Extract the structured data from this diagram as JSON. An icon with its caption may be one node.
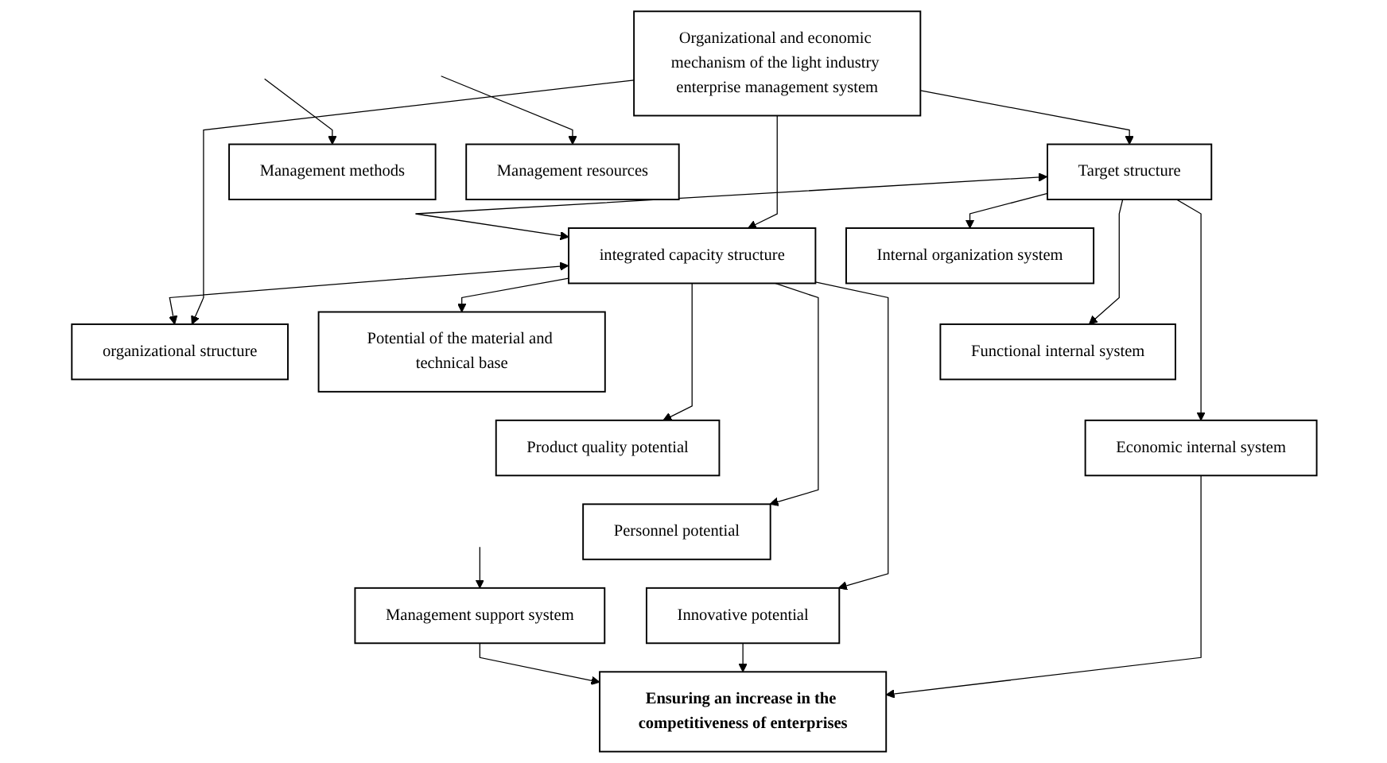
{
  "diagram": {
    "nodes": [
      {
        "text": [
          "Organizational and economic mechanism of the light industry enterprise management system"
        ]
      },
      {
        "text": [
          "Target structure"
        ]
      },
      {
        "text": [
          "integrated capacity structure"
        ]
      },
      {
        "text": [
          "organizational structure"
        ]
      },
      {
        "text": [
          "Internal organization system"
        ]
      },
      {
        "text": [
          "Functional internal system"
        ]
      },
      {
        "text": [
          "Economic internal system"
        ]
      },
      {
        "text": [
          "Potential of the material and technical base"
        ]
      },
      {
        "text": [
          "Product quality potential"
        ]
      },
      {
        "text": [
          "Personnel potential"
        ]
      },
      {
        "text": [
          "Innovative potential"
        ]
      },
      {
        "text": [
          "Management methods"
        ]
      },
      {
        "text": [
          "Management resources"
        ]
      },
      {
        "text": [
          "Management support system"
        ]
      },
      {
        "text": [
          "Ensuring an increase in the competitiveness of enterprises"
        ]
      }
    ],
    "edges": [
      {
        "from": 0,
        "to": 1,
        "arrow": "to"
      },
      {
        "from": 0,
        "to": 2,
        "arrow": "to"
      },
      {
        "from": 0,
        "to": 3,
        "arrow": "to"
      },
      {
        "from": 1,
        "to": 2,
        "arrow": "both"
      },
      {
        "from": 2,
        "to": 3,
        "arrow": "both"
      },
      {
        "from": 1,
        "to": 4,
        "arrow": "to"
      },
      {
        "from": 1,
        "to": 5,
        "arrow": "to"
      },
      {
        "from": 1,
        "to": 6,
        "arrow": "to"
      },
      {
        "from": 2,
        "to": 7,
        "arrow": "to"
      },
      {
        "from": 2,
        "to": 8,
        "arrow": "to"
      },
      {
        "from": 2,
        "to": 9,
        "arrow": "to"
      },
      {
        "from": 2,
        "to": 10,
        "arrow": "to"
      },
      {
        "from": null,
        "to": 11,
        "arrow": "to"
      },
      {
        "from": null,
        "to": 12,
        "arrow": "to"
      },
      {
        "from": null,
        "to": 13,
        "arrow": "to"
      },
      {
        "from": 6,
        "to": 14,
        "arrow": "to"
      },
      {
        "from": 10,
        "to": 14,
        "arrow": "to"
      },
      {
        "from": 13,
        "to": 14,
        "arrow": "to"
      }
    ]
  }
}
